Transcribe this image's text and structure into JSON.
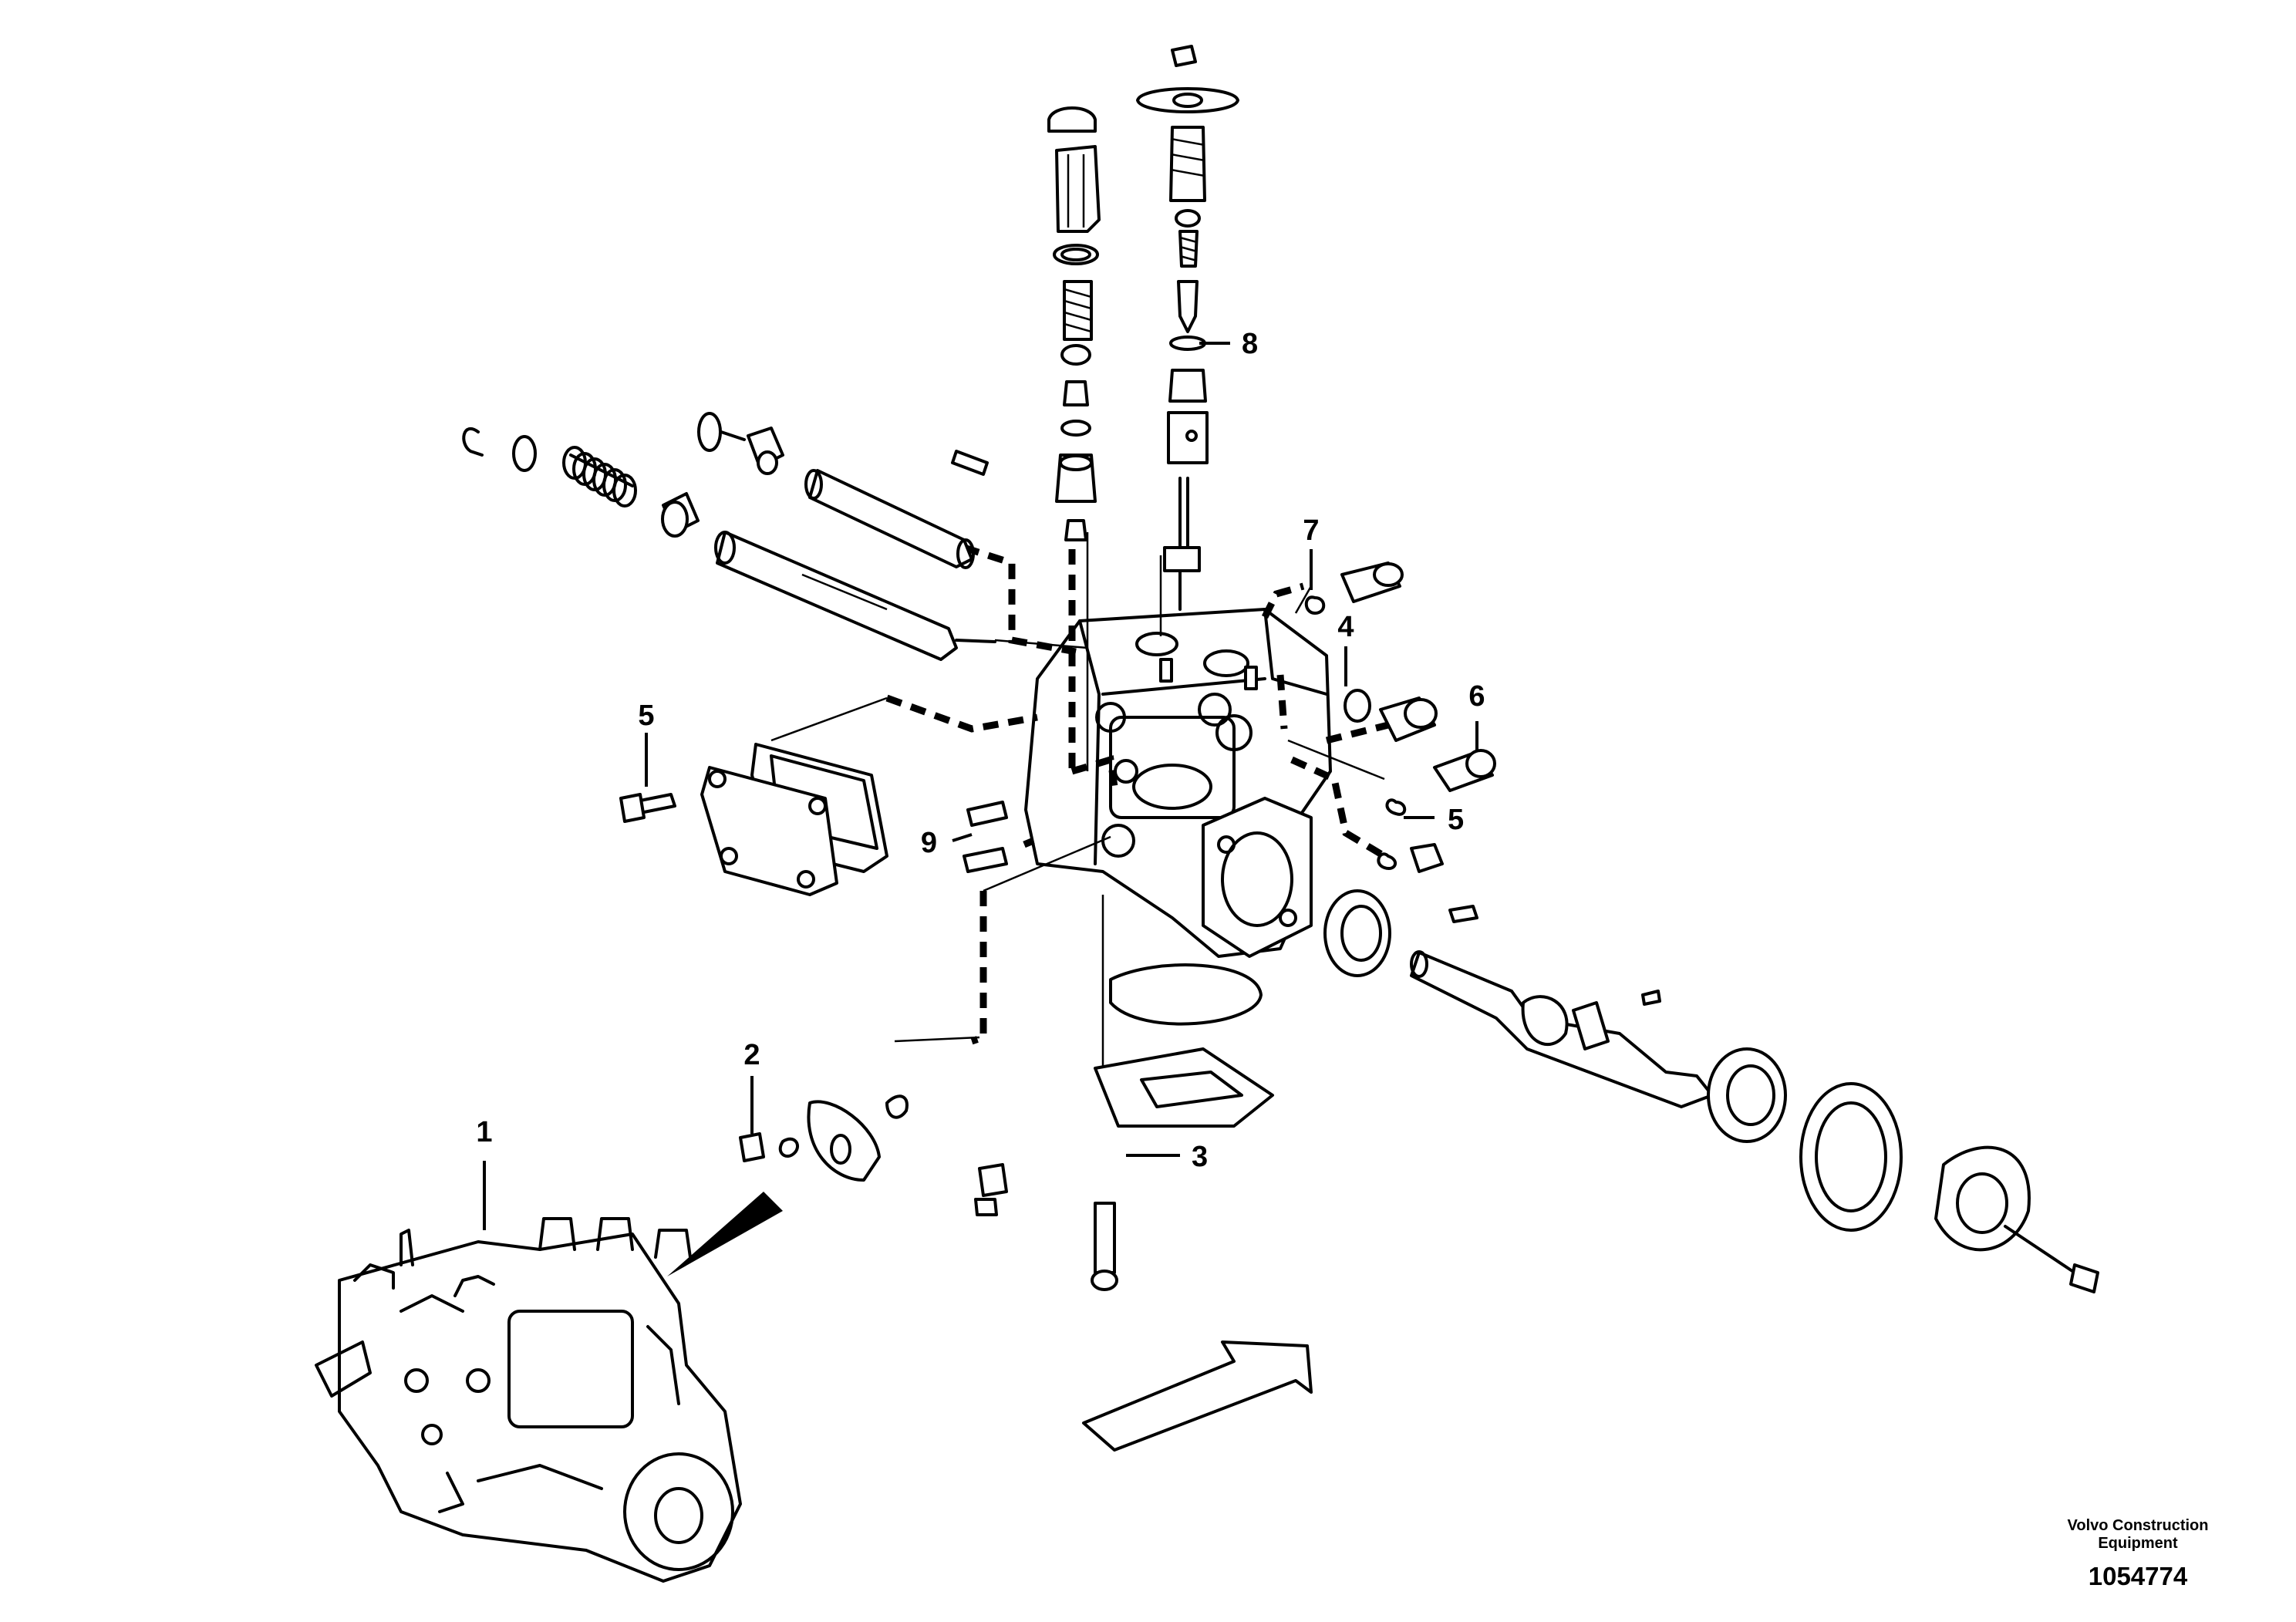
{
  "callouts": {
    "c1": "1",
    "c2": "2",
    "c3": "3",
    "c4": "4",
    "c5a": "5",
    "c5b": "5",
    "c6": "6",
    "c7": "7",
    "c8": "8",
    "c9": "9"
  },
  "caption": {
    "brand_line1": "Volvo Construction",
    "brand_line2": "Equipment",
    "drawing_number": "1054774"
  }
}
